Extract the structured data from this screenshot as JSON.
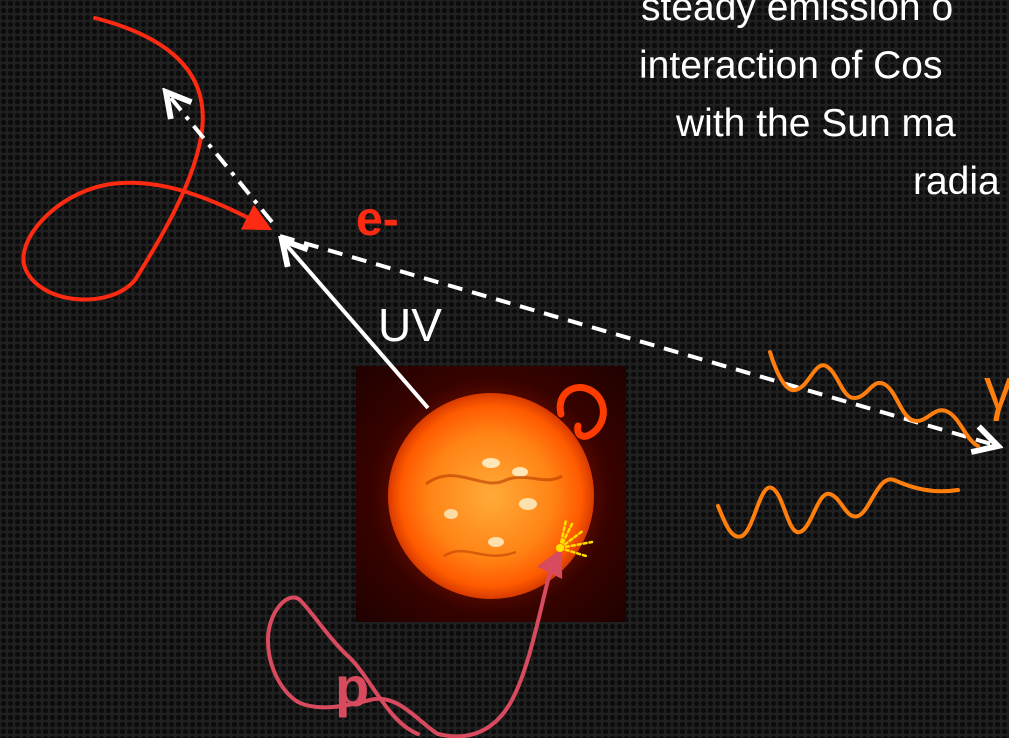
{
  "caption_lines": [
    "steady emission o",
    "interaction of Cos",
    "with the Sun ma",
    "radia"
  ],
  "labels": {
    "electron": "e-",
    "uv": "UV",
    "gamma": "γ",
    "proton": "p"
  },
  "colors": {
    "electron_path": "#ff2a12",
    "electron_label": "#ff2a12",
    "gamma_wave": "#ff7f0e",
    "proton_path": "#d84a5e",
    "uv_arrow": "#ffffff",
    "dashed_ray": "#ffffff",
    "sun": "#ff6a00",
    "flare": "#ffe000"
  }
}
